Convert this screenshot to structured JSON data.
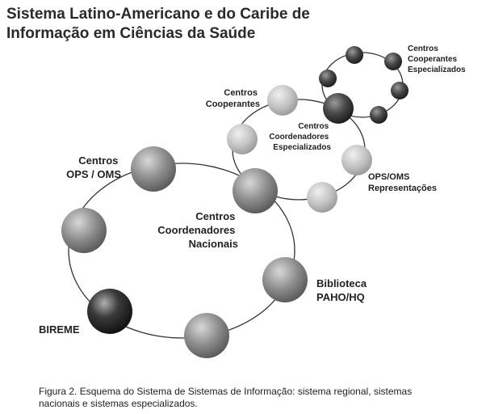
{
  "title": {
    "line1": "Sistema Latino-Americano e do Caribe de",
    "line2": "Informação em Ciências da Saúde"
  },
  "labels": {
    "centros_ops_oms": [
      "Centros",
      "OPS / OMS"
    ],
    "centros_coordenadores_nacionais": [
      "Centros",
      "Coordenadores",
      "Nacionais"
    ],
    "biblioteca": [
      "Biblioteca",
      "PAHO/HQ"
    ],
    "bireme": [
      "BIREME"
    ],
    "centros_cooperantes": [
      "Centros",
      "Cooperantes"
    ],
    "centros_coordenadores_especializados": [
      "Centros",
      "Coordenadores",
      "Especializados"
    ],
    "ops_oms_representacoes": [
      "OPS/OMS",
      "Representações"
    ],
    "centros_cooperantes_especializados": [
      "Centros",
      "Cooperantes",
      "Especializados"
    ]
  },
  "caption": {
    "line1": "Figura 2. Esquema do Sistema de Sistemas de Informação: sistema regional, sistemas",
    "line2": "nacionais e sistemas especializados."
  },
  "colors": {
    "sphere_mid": "#8a8a8a",
    "sphere_light": "#c4c4c4",
    "sphere_dark": "#3a3a3a",
    "ring": "#333333"
  }
}
